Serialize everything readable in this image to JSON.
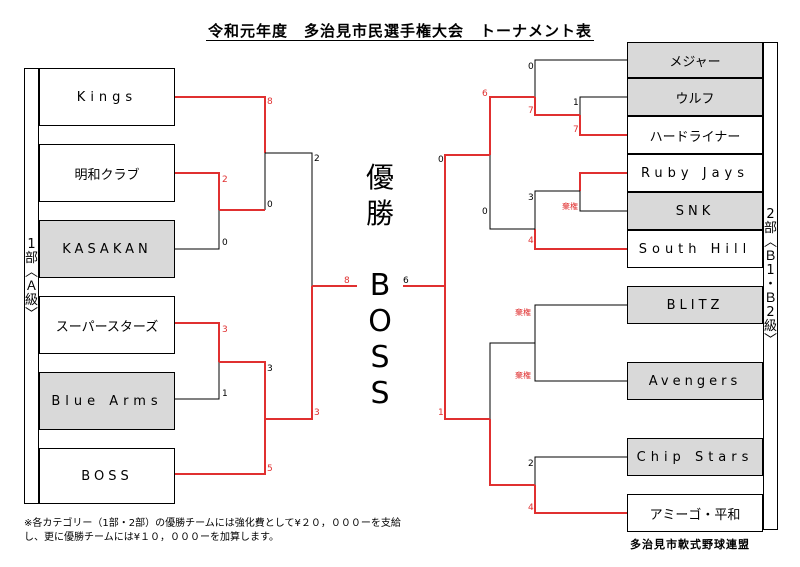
{
  "title": "令和元年度　多治見市民選手権大会　トーナメント表",
  "left_bar_label": [
    "1",
    "部",
    "︿",
    "Ａ",
    "級",
    "﹀"
  ],
  "right_bar_label": [
    "2",
    "部",
    "︿",
    "Ｂ",
    "1",
    "・",
    "Ｂ",
    "2",
    "級",
    "﹀"
  ],
  "center": {
    "winner_label": [
      "優",
      "勝"
    ],
    "champion": [
      "B",
      "O",
      "S",
      "S"
    ]
  },
  "left_teams": [
    "Kings",
    "明和クラブ",
    "KASAKAN",
    "スーパースターズ",
    "Blue Arms",
    "BOSS"
  ],
  "right_teams": [
    "メジャー",
    "ウルフ",
    "ハードライナー",
    "Ruby Jays",
    "SNK",
    "South Hill",
    "BLITZ",
    "Avengers",
    "Chip Stars",
    "アミーゴ・平和"
  ],
  "scores": {
    "kings": "8",
    "meiwa": "2",
    "meiwa_final": "0",
    "kasakan": "0",
    "q1_top": "2",
    "super": "3",
    "blue": "1",
    "super_final": "3",
    "boss_r1": "5",
    "boss_sf": "3",
    "final_left": "8",
    "final_right": "6",
    "r_top": "6",
    "major": "0",
    "wolf": "1",
    "major_w": "7",
    "hard": "7",
    "r_mid_top": "0",
    "ruby": "3",
    "south": "4",
    "r_bottom": "0",
    "blitz_final": "1",
    "chip": "2",
    "amigo": "4"
  },
  "forfeit_label": "棄権",
  "note": "※各カテゴリー（1部・2部）の優勝チームには強化費として¥２０，０００ーを支給\nし、更に優勝チームには¥１０，０００ーを加算します。",
  "association": "多治見市軟式野球連盟",
  "colors": {
    "win_line": "#e03030",
    "line": "#000000",
    "gray_fill": "#d9d9d9"
  }
}
